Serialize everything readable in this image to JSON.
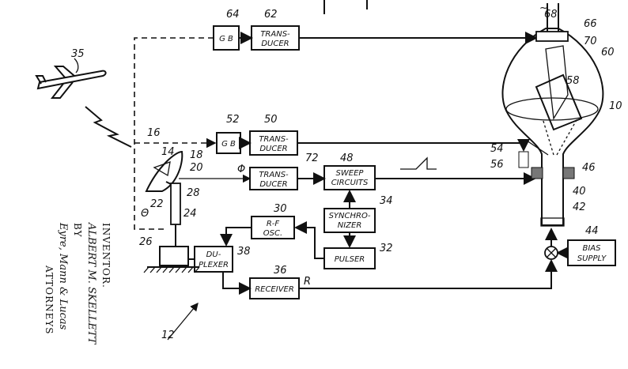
{
  "blocks": {
    "gb_top": "G B",
    "transducer_top": [
      "TRANS-",
      "DUCER"
    ],
    "gb_mid": "G B",
    "transducer_mid": [
      "TRANS-",
      "DUCER"
    ],
    "transducer_phi": [
      "TRANS-",
      "DUCER"
    ],
    "sweep": [
      "SWEEP",
      "CIRCUITS"
    ],
    "synchronizer": [
      "SYNCHRO-",
      "NIZER"
    ],
    "rf_osc": [
      "R-F",
      "OSC."
    ],
    "pulser": "PULSER",
    "duplexer": [
      "DU-",
      "PLEXER"
    ],
    "receiver": "RECEIVER",
    "bias_supply": [
      "BIAS",
      "SUPPLY"
    ]
  },
  "refs": {
    "r64": "64",
    "r62": "62",
    "r68": "68",
    "r66": "66",
    "r70": "70",
    "r60": "60",
    "r35": "35",
    "r58": "58",
    "r10": "10",
    "r16": "16",
    "r52": "52",
    "r50": "50",
    "r14": "14",
    "r18": "18",
    "r54": "54",
    "r48": "48",
    "r72": "72",
    "r56": "56",
    "r46": "46",
    "r20": "20",
    "r40": "40",
    "r34": "34",
    "r28": "28",
    "r42": "42",
    "r22": "22",
    "r30": "30",
    "r44": "44",
    "r24": "24",
    "r26": "26",
    "r38": "38",
    "r32": "32",
    "r36": "36",
    "r12": "12"
  },
  "signals": {
    "phi": "Φ",
    "theta": "Θ",
    "r": "R",
    "tilde": "~"
  },
  "signature": {
    "inventor_caption": "INVENTOR.",
    "inventor_name": "ALBERT M. SKELLETT",
    "by": "BY",
    "attorneys_names": "Eyre, Mann & Lucas",
    "attorneys_caption": "ATTORNEYS"
  }
}
